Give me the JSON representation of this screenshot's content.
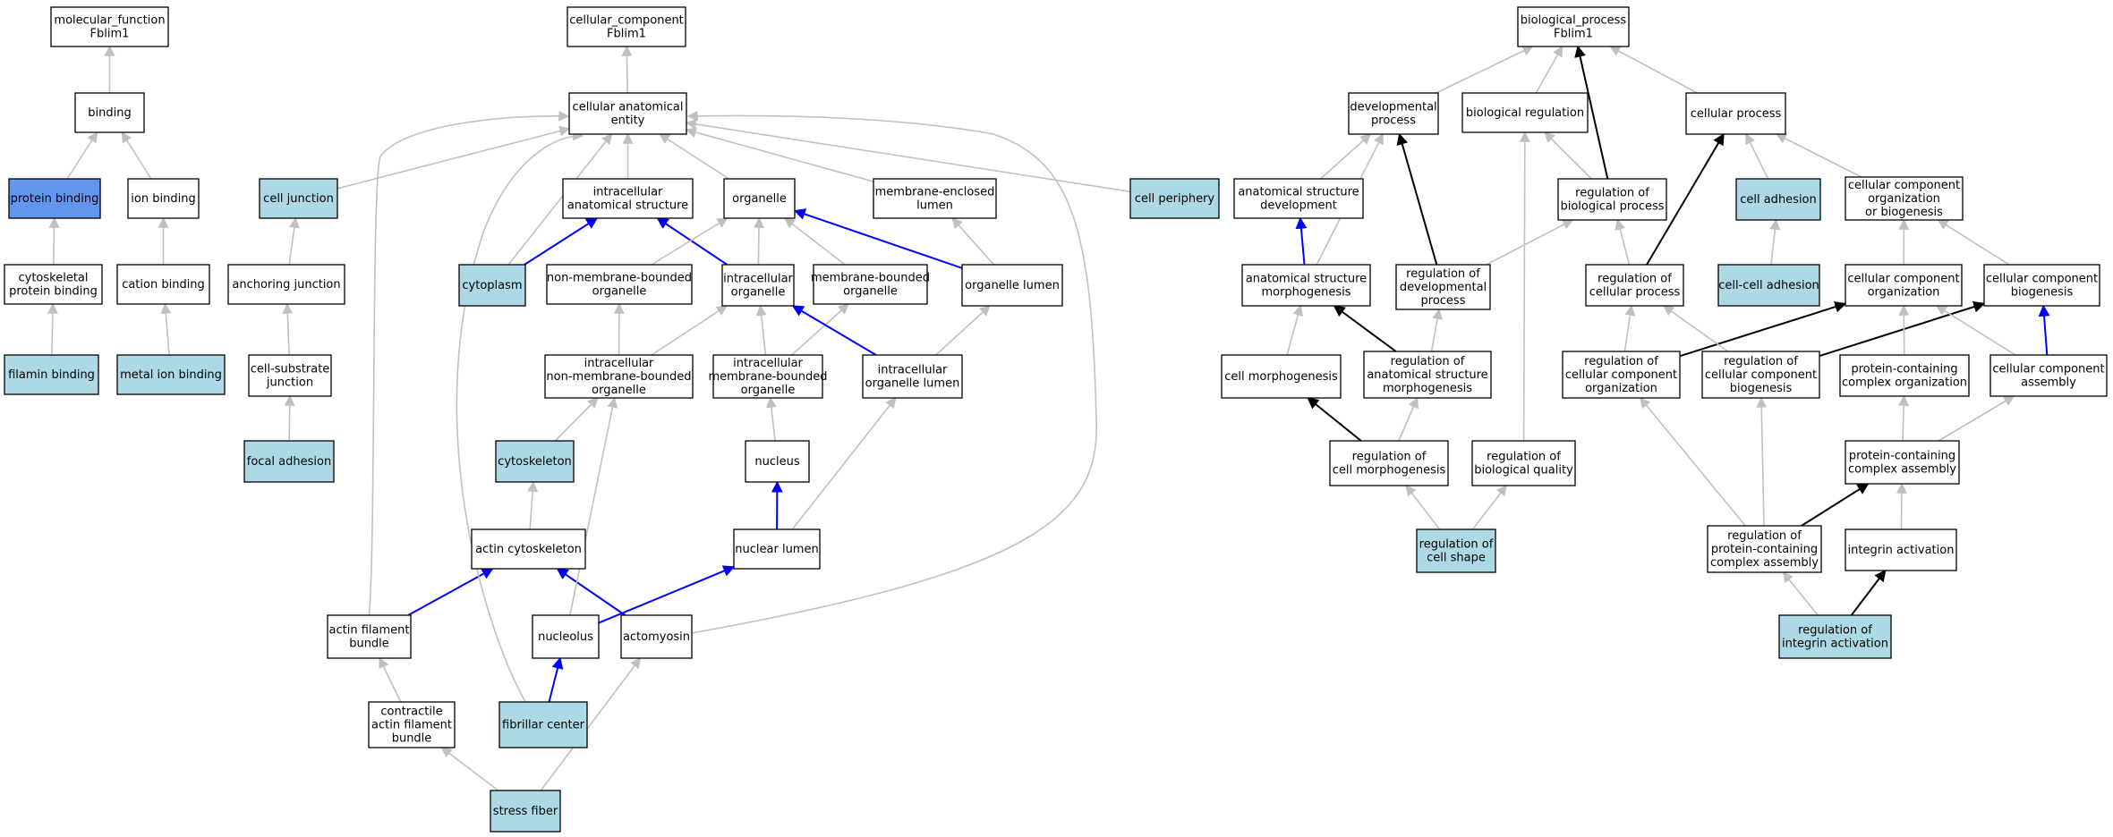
{
  "colors": {
    "default_fill": "#ffffff",
    "annotated_fill": "#add8e6",
    "highlight_fill": "#6495ed",
    "edge_gray": "#c0c0c0",
    "edge_black": "#000000",
    "edge_blue": "#0000ff"
  },
  "nodes": {
    "mf_root": {
      "lines": [
        "molecular_function",
        "Fblim1"
      ],
      "kind": "default"
    },
    "binding": {
      "lines": [
        "binding"
      ],
      "kind": "default"
    },
    "protein_binding": {
      "lines": [
        "protein binding"
      ],
      "kind": "highlight"
    },
    "ion_binding": {
      "lines": [
        "ion binding"
      ],
      "kind": "default"
    },
    "cytoskeletal_protein_binding": {
      "lines": [
        "cytoskeletal",
        "protein binding"
      ],
      "kind": "default"
    },
    "cation_binding": {
      "lines": [
        "cation binding"
      ],
      "kind": "default"
    },
    "filamin_binding": {
      "lines": [
        "filamin binding"
      ],
      "kind": "annotated"
    },
    "metal_ion_binding": {
      "lines": [
        "metal ion binding"
      ],
      "kind": "annotated"
    },
    "cc_root": {
      "lines": [
        "cellular_component",
        "Fblim1"
      ],
      "kind": "default"
    },
    "cellular_anatomical_entity": {
      "lines": [
        "cellular anatomical",
        "entity"
      ],
      "kind": "default"
    },
    "cell_junction": {
      "lines": [
        "cell junction"
      ],
      "kind": "annotated"
    },
    "intracellular_anatomical_structure": {
      "lines": [
        "intracellular",
        "anatomical structure"
      ],
      "kind": "default"
    },
    "organelle": {
      "lines": [
        "organelle"
      ],
      "kind": "default"
    },
    "membrane_enclosed_lumen": {
      "lines": [
        "membrane-enclosed",
        "lumen"
      ],
      "kind": "default"
    },
    "cell_periphery": {
      "lines": [
        "cell periphery"
      ],
      "kind": "annotated"
    },
    "anchoring_junction": {
      "lines": [
        "anchoring junction"
      ],
      "kind": "default"
    },
    "cytoplasm": {
      "lines": [
        "cytoplasm"
      ],
      "kind": "annotated"
    },
    "non_membrane_bounded_organelle": {
      "lines": [
        "non-membrane-bounded",
        "organelle"
      ],
      "kind": "default"
    },
    "intracellular_organelle": {
      "lines": [
        "intracellular",
        "organelle"
      ],
      "kind": "default"
    },
    "membrane_bounded_organelle": {
      "lines": [
        "membrane-bounded",
        "organelle"
      ],
      "kind": "default"
    },
    "organelle_lumen": {
      "lines": [
        "organelle lumen"
      ],
      "kind": "default"
    },
    "cell_substrate_junction": {
      "lines": [
        "cell-substrate",
        "junction"
      ],
      "kind": "default"
    },
    "intracellular_nmb_organelle": {
      "lines": [
        "intracellular",
        "non-membrane-bounded",
        "organelle"
      ],
      "kind": "default"
    },
    "intracellular_mb_organelle": {
      "lines": [
        "intracellular",
        "membrane-bounded",
        "organelle"
      ],
      "kind": "default"
    },
    "intracellular_organelle_lumen": {
      "lines": [
        "intracellular",
        "organelle lumen"
      ],
      "kind": "default"
    },
    "focal_adhesion": {
      "lines": [
        "focal adhesion"
      ],
      "kind": "annotated"
    },
    "cytoskeleton": {
      "lines": [
        "cytoskeleton"
      ],
      "kind": "annotated"
    },
    "nucleus": {
      "lines": [
        "nucleus"
      ],
      "kind": "default"
    },
    "actin_cytoskeleton": {
      "lines": [
        "actin cytoskeleton"
      ],
      "kind": "default"
    },
    "nuclear_lumen": {
      "lines": [
        "nuclear lumen"
      ],
      "kind": "default"
    },
    "actin_filament_bundle": {
      "lines": [
        "actin filament",
        "bundle"
      ],
      "kind": "default"
    },
    "nucleolus": {
      "lines": [
        "nucleolus"
      ],
      "kind": "default"
    },
    "actomyosin": {
      "lines": [
        "actomyosin"
      ],
      "kind": "default"
    },
    "contractile_actin_filament_bundle": {
      "lines": [
        "contractile",
        "actin filament",
        "bundle"
      ],
      "kind": "default"
    },
    "fibrillar_center": {
      "lines": [
        "fibrillar center"
      ],
      "kind": "annotated"
    },
    "stress_fiber": {
      "lines": [
        "stress fiber"
      ],
      "kind": "annotated"
    },
    "bp_root": {
      "lines": [
        "biological_process",
        "Fblim1"
      ],
      "kind": "default"
    },
    "developmental_process": {
      "lines": [
        "developmental",
        "process"
      ],
      "kind": "default"
    },
    "biological_regulation": {
      "lines": [
        "biological regulation"
      ],
      "kind": "default"
    },
    "cellular_process": {
      "lines": [
        "cellular process"
      ],
      "kind": "default"
    },
    "anatomical_structure_development": {
      "lines": [
        "anatomical structure",
        "development"
      ],
      "kind": "default"
    },
    "regulation_of_biological_process": {
      "lines": [
        "regulation of",
        "biological process"
      ],
      "kind": "default"
    },
    "cell_adhesion": {
      "lines": [
        "cell adhesion"
      ],
      "kind": "annotated"
    },
    "ccob": {
      "lines": [
        "cellular component",
        "organization",
        "or biogenesis"
      ],
      "kind": "default"
    },
    "anatomical_structure_morphogenesis": {
      "lines": [
        "anatomical structure",
        "morphogenesis"
      ],
      "kind": "default"
    },
    "regulation_of_developmental_process": {
      "lines": [
        "regulation of",
        "developmental",
        "process"
      ],
      "kind": "default"
    },
    "regulation_of_cellular_process": {
      "lines": [
        "regulation of",
        "cellular process"
      ],
      "kind": "default"
    },
    "cell_cell_adhesion": {
      "lines": [
        "cell-cell adhesion"
      ],
      "kind": "annotated"
    },
    "ccorg": {
      "lines": [
        "cellular component",
        "organization"
      ],
      "kind": "default"
    },
    "ccbio": {
      "lines": [
        "cellular component",
        "biogenesis"
      ],
      "kind": "default"
    },
    "cell_morphogenesis": {
      "lines": [
        "cell morphogenesis"
      ],
      "kind": "default"
    },
    "reg_asm": {
      "lines": [
        "regulation of",
        "anatomical structure",
        "morphogenesis"
      ],
      "kind": "default"
    },
    "reg_ccorg": {
      "lines": [
        "regulation of",
        "cellular component",
        "organization"
      ],
      "kind": "default"
    },
    "reg_ccbio": {
      "lines": [
        "regulation of",
        "cellular component",
        "biogenesis"
      ],
      "kind": "default"
    },
    "pc_org": {
      "lines": [
        "protein-containing",
        "complex organization"
      ],
      "kind": "default"
    },
    "cc_assembly": {
      "lines": [
        "cellular component",
        "assembly"
      ],
      "kind": "default"
    },
    "reg_cell_morph": {
      "lines": [
        "regulation of",
        "cell morphogenesis"
      ],
      "kind": "default"
    },
    "reg_bio_quality": {
      "lines": [
        "regulation of",
        "biological quality"
      ],
      "kind": "default"
    },
    "pc_assembly": {
      "lines": [
        "protein-containing",
        "complex assembly"
      ],
      "kind": "default"
    },
    "reg_cell_shape": {
      "lines": [
        "regulation of",
        "cell shape"
      ],
      "kind": "annotated"
    },
    "reg_pc_assembly": {
      "lines": [
        "regulation of",
        "protein-containing",
        "complex assembly"
      ],
      "kind": "default"
    },
    "integrin_activation": {
      "lines": [
        "integrin activation"
      ],
      "kind": "default"
    },
    "reg_integrin_activation": {
      "lines": [
        "regulation of",
        "integrin activation"
      ],
      "kind": "annotated"
    }
  },
  "edges": [
    {
      "from": "binding",
      "to": "mf_root",
      "style": "gray"
    },
    {
      "from": "protein_binding",
      "to": "binding",
      "style": "gray"
    },
    {
      "from": "ion_binding",
      "to": "binding",
      "style": "gray"
    },
    {
      "from": "cytoskeletal_protein_binding",
      "to": "protein_binding",
      "style": "gray"
    },
    {
      "from": "cation_binding",
      "to": "ion_binding",
      "style": "gray"
    },
    {
      "from": "filamin_binding",
      "to": "cytoskeletal_protein_binding",
      "style": "gray"
    },
    {
      "from": "metal_ion_binding",
      "to": "cation_binding",
      "style": "gray"
    },
    {
      "from": "cellular_anatomical_entity",
      "to": "cc_root",
      "style": "gray"
    },
    {
      "from": "cell_junction",
      "to": "cellular_anatomical_entity",
      "style": "gray"
    },
    {
      "from": "intracellular_anatomical_structure",
      "to": "cellular_anatomical_entity",
      "style": "gray"
    },
    {
      "from": "organelle",
      "to": "cellular_anatomical_entity",
      "style": "gray"
    },
    {
      "from": "membrane_enclosed_lumen",
      "to": "cellular_anatomical_entity",
      "style": "gray"
    },
    {
      "from": "cell_periphery",
      "to": "cellular_anatomical_entity",
      "style": "gray"
    },
    {
      "from": "cytoplasm",
      "to": "cellular_anatomical_entity",
      "style": "gray"
    },
    {
      "from": "anchoring_junction",
      "to": "cell_junction",
      "style": "gray"
    },
    {
      "from": "cell_substrate_junction",
      "to": "anchoring_junction",
      "style": "gray"
    },
    {
      "from": "focal_adhesion",
      "to": "cell_substrate_junction",
      "style": "gray"
    },
    {
      "from": "cytoplasm",
      "to": "intracellular_anatomical_structure",
      "style": "blue"
    },
    {
      "from": "intracellular_organelle",
      "to": "intracellular_anatomical_structure",
      "style": "blue"
    },
    {
      "from": "non_membrane_bounded_organelle",
      "to": "organelle",
      "style": "gray"
    },
    {
      "from": "intracellular_organelle",
      "to": "organelle",
      "style": "gray"
    },
    {
      "from": "membrane_bounded_organelle",
      "to": "organelle",
      "style": "gray"
    },
    {
      "from": "organelle_lumen",
      "to": "organelle",
      "style": "blue"
    },
    {
      "from": "organelle_lumen",
      "to": "membrane_enclosed_lumen",
      "style": "gray"
    },
    {
      "from": "intracellular_nmb_organelle",
      "to": "non_membrane_bounded_organelle",
      "style": "gray"
    },
    {
      "from": "intracellular_nmb_organelle",
      "to": "intracellular_organelle",
      "style": "gray"
    },
    {
      "from": "intracellular_mb_organelle",
      "to": "intracellular_organelle",
      "style": "gray"
    },
    {
      "from": "intracellular_mb_organelle",
      "to": "membrane_bounded_organelle",
      "style": "gray"
    },
    {
      "from": "intracellular_organelle_lumen",
      "to": "intracellular_organelle",
      "style": "blue"
    },
    {
      "from": "intracellular_organelle_lumen",
      "to": "organelle_lumen",
      "style": "gray"
    },
    {
      "from": "cytoskeleton",
      "to": "intracellular_nmb_organelle",
      "style": "gray"
    },
    {
      "from": "nucleus",
      "to": "intracellular_mb_organelle",
      "style": "gray"
    },
    {
      "from": "actin_cytoskeleton",
      "to": "cytoskeleton",
      "style": "gray"
    },
    {
      "from": "nuclear_lumen",
      "to": "nucleus",
      "style": "blue"
    },
    {
      "from": "nuclear_lumen",
      "to": "intracellular_organelle_lumen",
      "style": "gray"
    },
    {
      "from": "actin_filament_bundle",
      "to": "actin_cytoskeleton",
      "style": "blue"
    },
    {
      "from": "actin_filament_bundle",
      "to": "cellular_anatomical_entity",
      "style": "gray",
      "curve": "afb"
    },
    {
      "from": "actomyosin",
      "to": "actin_cytoskeleton",
      "style": "blue"
    },
    {
      "from": "actomyosin",
      "to": "cellular_anatomical_entity",
      "style": "gray",
      "curve": "acto"
    },
    {
      "from": "nucleolus",
      "to": "nuclear_lumen",
      "style": "blue"
    },
    {
      "from": "nucleolus",
      "to": "intracellular_nmb_organelle",
      "style": "gray"
    },
    {
      "from": "contractile_actin_filament_bundle",
      "to": "actin_filament_bundle",
      "style": "gray"
    },
    {
      "from": "fibrillar_center",
      "to": "nucleolus",
      "style": "blue"
    },
    {
      "from": "fibrillar_center",
      "to": "cellular_anatomical_entity",
      "style": "gray",
      "curve": "fib"
    },
    {
      "from": "stress_fiber",
      "to": "contractile_actin_filament_bundle",
      "style": "gray"
    },
    {
      "from": "stress_fiber",
      "to": "actomyosin",
      "style": "gray"
    },
    {
      "from": "developmental_process",
      "to": "bp_root",
      "style": "gray"
    },
    {
      "from": "biological_regulation",
      "to": "bp_root",
      "style": "gray"
    },
    {
      "from": "cellular_process",
      "to": "bp_root",
      "style": "gray"
    },
    {
      "from": "regulation_of_biological_process",
      "to": "bp_root",
      "style": "black"
    },
    {
      "from": "regulation_of_biological_process",
      "to": "biological_regulation",
      "style": "gray"
    },
    {
      "from": "anatomical_structure_development",
      "to": "developmental_process",
      "style": "gray"
    },
    {
      "from": "anatomical_structure_morphogenesis",
      "to": "developmental_process",
      "style": "gray"
    },
    {
      "from": "regulation_of_developmental_process",
      "to": "developmental_process",
      "style": "black"
    },
    {
      "from": "regulation_of_developmental_process",
      "to": "regulation_of_biological_process",
      "style": "gray"
    },
    {
      "from": "cell_adhesion",
      "to": "cellular_process",
      "style": "gray"
    },
    {
      "from": "ccob",
      "to": "cellular_process",
      "style": "gray"
    },
    {
      "from": "regulation_of_cellular_process",
      "to": "cellular_process",
      "style": "black"
    },
    {
      "from": "regulation_of_cellular_process",
      "to": "regulation_of_biological_process",
      "style": "gray"
    },
    {
      "from": "anatomical_structure_morphogenesis",
      "to": "anatomical_structure_development",
      "style": "blue"
    },
    {
      "from": "cell_cell_adhesion",
      "to": "cell_adhesion",
      "style": "gray"
    },
    {
      "from": "ccorg",
      "to": "ccob",
      "style": "gray"
    },
    {
      "from": "ccbio",
      "to": "ccob",
      "style": "gray"
    },
    {
      "from": "cell_morphogenesis",
      "to": "anatomical_structure_morphogenesis",
      "style": "gray"
    },
    {
      "from": "reg_asm",
      "to": "anatomical_structure_morphogenesis",
      "style": "black"
    },
    {
      "from": "reg_asm",
      "to": "regulation_of_developmental_process",
      "style": "gray"
    },
    {
      "from": "reg_ccorg",
      "to": "regulation_of_cellular_process",
      "style": "gray"
    },
    {
      "from": "reg_ccorg",
      "to": "ccorg",
      "style": "black"
    },
    {
      "from": "reg_ccbio",
      "to": "regulation_of_cellular_process",
      "style": "gray"
    },
    {
      "from": "reg_ccbio",
      "to": "ccbio",
      "style": "black"
    },
    {
      "from": "pc_org",
      "to": "ccorg",
      "style": "gray"
    },
    {
      "from": "cc_assembly",
      "to": "ccorg",
      "style": "gray"
    },
    {
      "from": "cc_assembly",
      "to": "ccbio",
      "style": "blue"
    },
    {
      "from": "reg_cell_morph",
      "to": "cell_morphogenesis",
      "style": "black"
    },
    {
      "from": "reg_cell_morph",
      "to": "reg_asm",
      "style": "gray"
    },
    {
      "from": "reg_bio_quality",
      "to": "biological_regulation",
      "style": "gray"
    },
    {
      "from": "pc_assembly",
      "to": "pc_org",
      "style": "gray"
    },
    {
      "from": "pc_assembly",
      "to": "cc_assembly",
      "style": "gray"
    },
    {
      "from": "reg_cell_shape",
      "to": "reg_cell_morph",
      "style": "gray"
    },
    {
      "from": "reg_cell_shape",
      "to": "reg_bio_quality",
      "style": "gray"
    },
    {
      "from": "reg_pc_assembly",
      "to": "reg_ccorg",
      "style": "gray"
    },
    {
      "from": "reg_pc_assembly",
      "to": "reg_ccbio",
      "style": "gray"
    },
    {
      "from": "reg_pc_assembly",
      "to": "pc_assembly",
      "style": "black"
    },
    {
      "from": "integrin_activation",
      "to": "pc_assembly",
      "style": "gray"
    },
    {
      "from": "reg_integrin_activation",
      "to": "reg_pc_assembly",
      "style": "gray"
    },
    {
      "from": "reg_integrin_activation",
      "to": "integrin_activation",
      "style": "black"
    }
  ]
}
